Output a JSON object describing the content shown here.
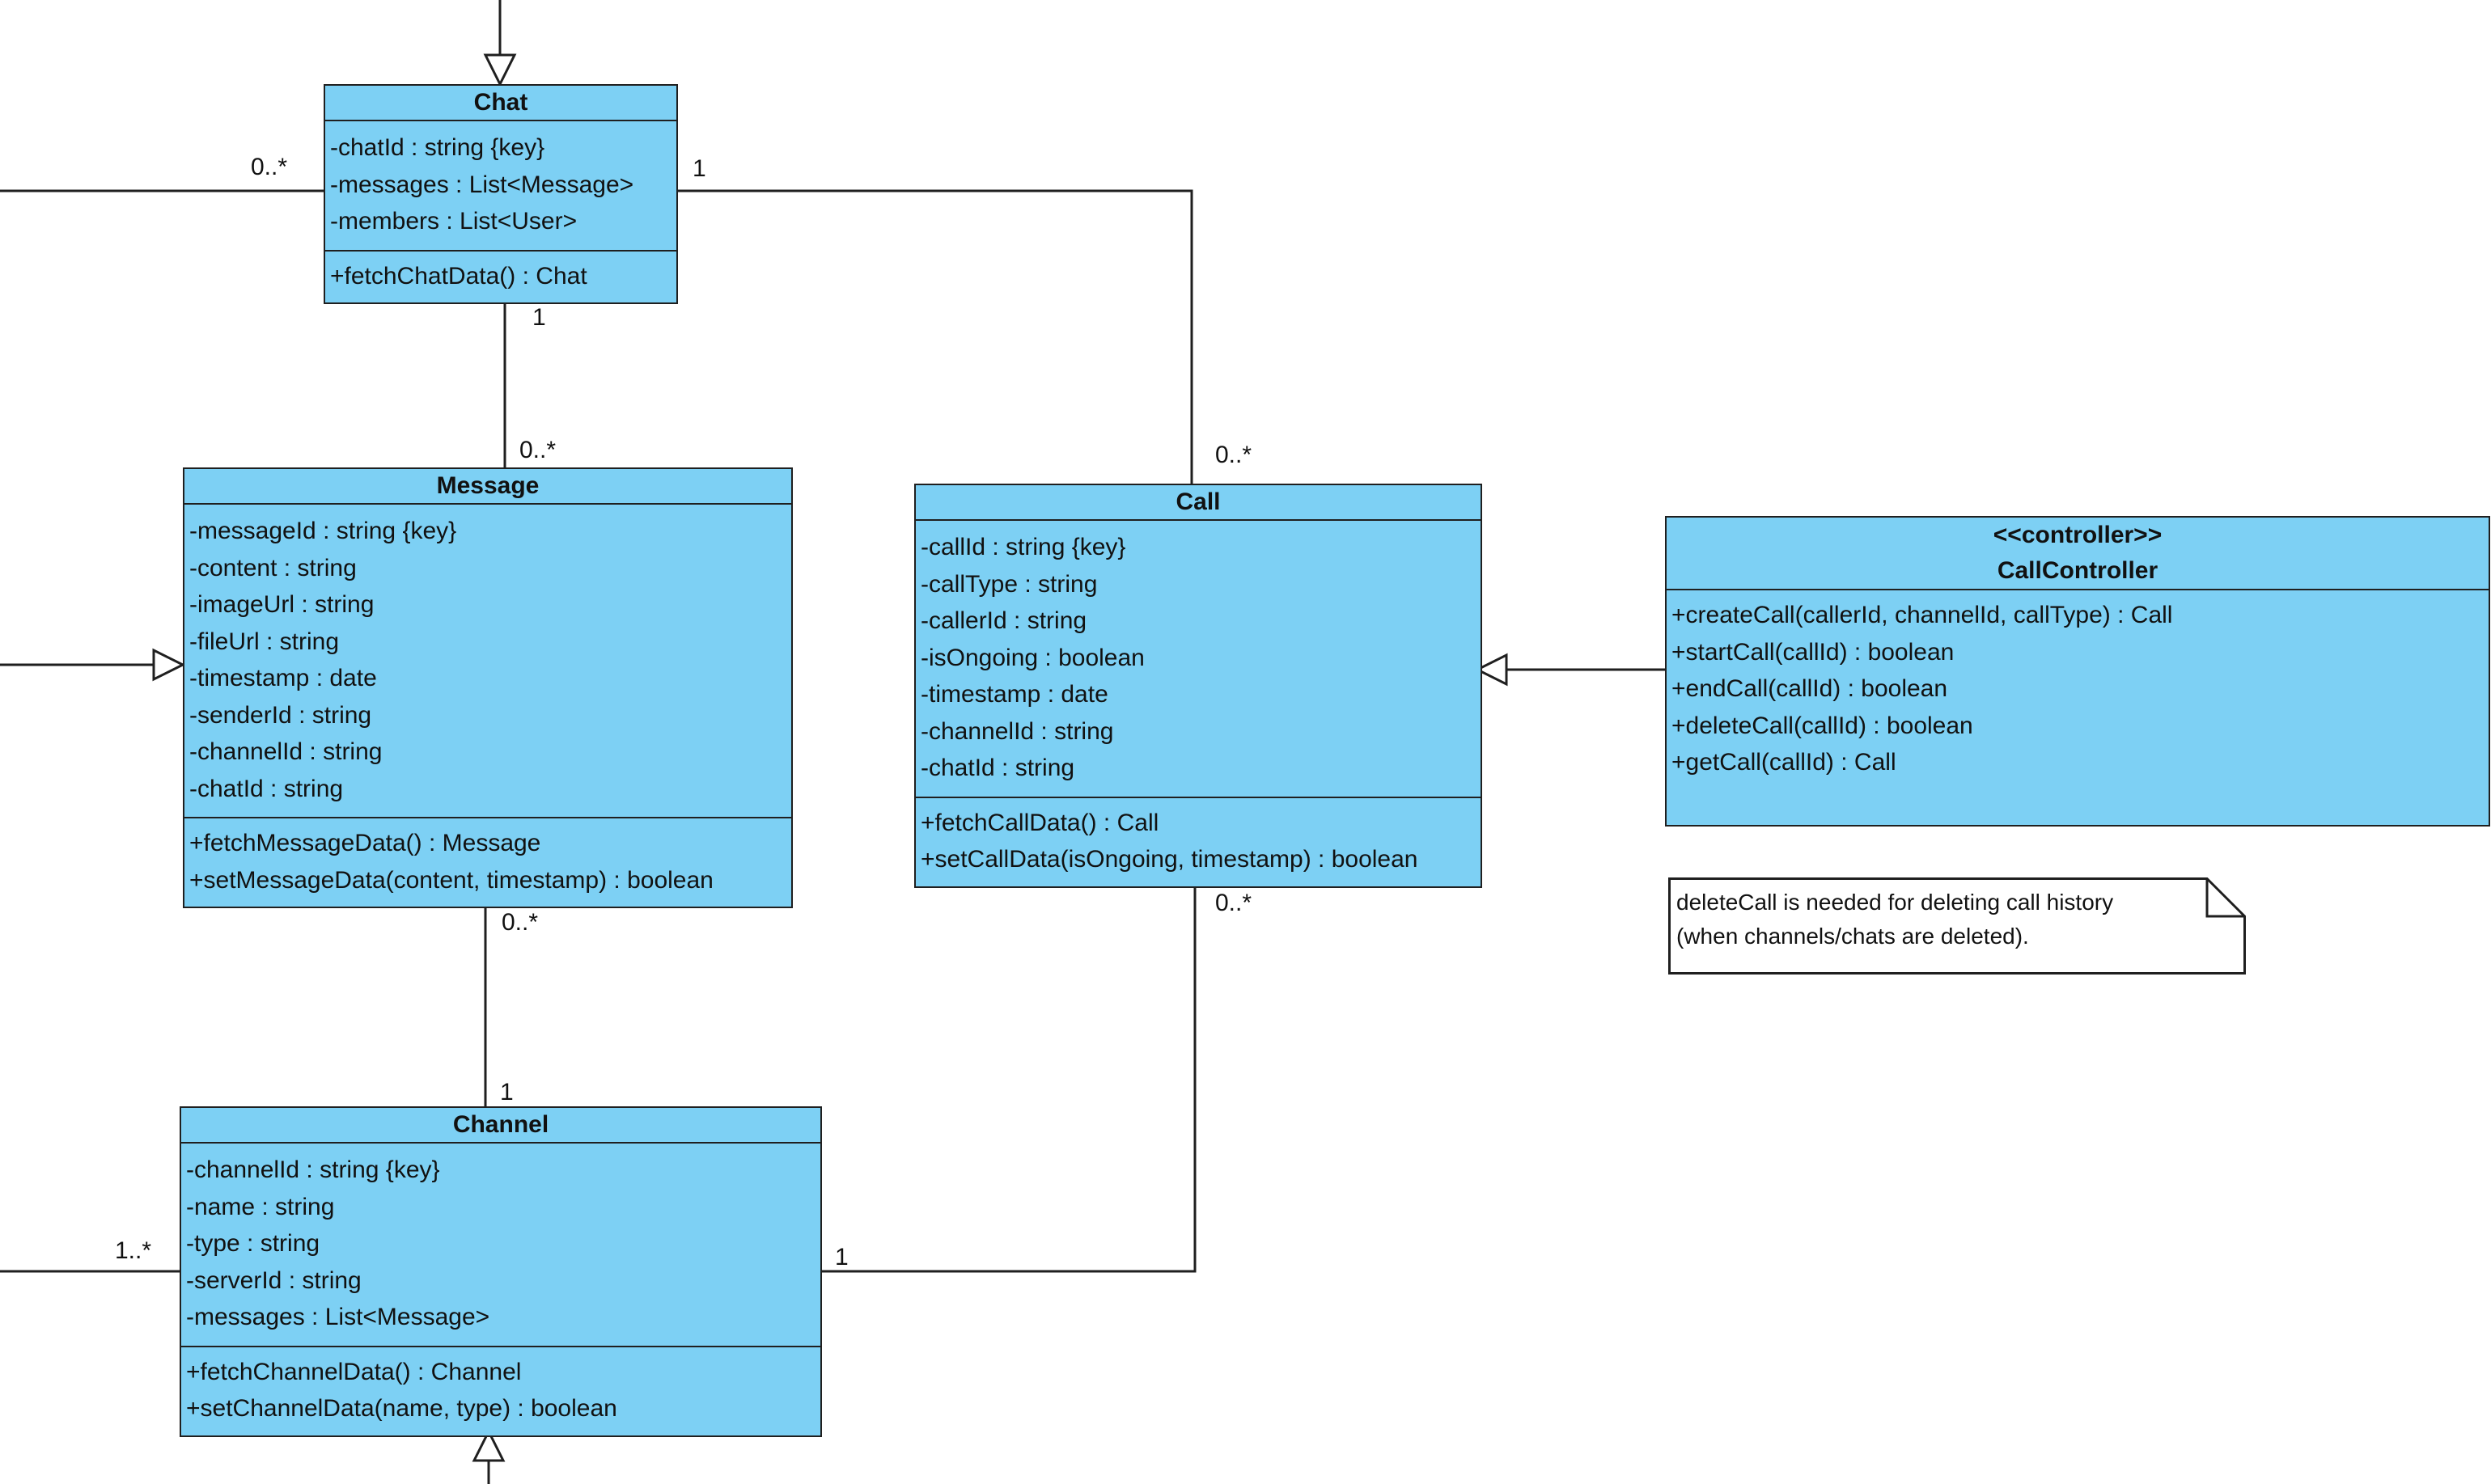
{
  "colors": {
    "class_fill": "#7dd0f4",
    "line": "#1f1f1f",
    "background": "#ffffff",
    "note_fill": "#ffffff"
  },
  "classes": {
    "chat": {
      "name": "Chat",
      "attributes": [
        "-chatId : string {key}",
        "-messages : List<Message>",
        "-members : List<User>"
      ],
      "operations": [
        "+fetchChatData() : Chat"
      ]
    },
    "message": {
      "name": "Message",
      "attributes": [
        "-messageId : string {key}",
        "-content : string",
        "-imageUrl : string",
        "-fileUrl : string",
        "-timestamp : date",
        "-senderId : string",
        "-channelId : string",
        "-chatId : string"
      ],
      "operations": [
        "+fetchMessageData() : Message",
        "+setMessageData(content, timestamp) : boolean"
      ]
    },
    "call": {
      "name": "Call",
      "attributes": [
        "-callId : string {key}",
        "-callType : string",
        "-callerId : string",
        "-isOngoing : boolean",
        "-timestamp : date",
        "-channelId : string",
        "-chatId : string"
      ],
      "operations": [
        "+fetchCallData() : Call",
        "+setCallData(isOngoing, timestamp) : boolean"
      ]
    },
    "call_controller": {
      "stereotype": "<<controller>>",
      "name": "CallController",
      "operations": [
        "+createCall(callerId, channelId, callType) : Call",
        "+startCall(callId) : boolean",
        "+endCall(callId) : boolean",
        "+deleteCall(callId) : boolean",
        "+getCall(callId) : Call"
      ]
    },
    "channel": {
      "name": "Channel",
      "attributes": [
        "-channelId : string {key}",
        "-name : string",
        "-type : string",
        "-serverId : string",
        "-messages : List<Message>"
      ],
      "operations": [
        "+fetchChannelData() : Channel",
        "+setChannelData(name, type) : boolean"
      ]
    }
  },
  "multiplicities": {
    "chat_left": "0..*",
    "chat_right": "1",
    "chat_bottom": "1",
    "message_top": "0..*",
    "call_top": "0..*",
    "message_bottom": "0..*",
    "call_bottom": "0..*",
    "channel_top": "1",
    "channel_left": "1..*",
    "channel_right": "1"
  },
  "note": {
    "lines": [
      "deleteCall is needed for deleting call history",
      "(when channels/chats are deleted)."
    ]
  }
}
